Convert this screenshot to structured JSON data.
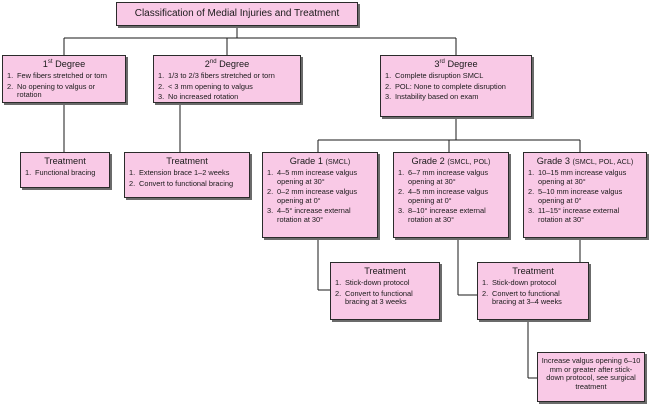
{
  "title": "Classification of Medial Injuries and Treatment",
  "first_degree": {
    "label": "1",
    "sup": "st",
    "word": "Degree",
    "items": [
      "Few fibers stretched or torn",
      "No opening to valgus or rotation"
    ]
  },
  "second_degree": {
    "label": "2",
    "sup": "nd",
    "word": "Degree",
    "items": [
      "1/3 to 2/3 fibers stretched or torn",
      "< 3 mm opening to valgus",
      "No increased rotation"
    ]
  },
  "third_degree": {
    "label": "3",
    "sup": "rd",
    "word": "Degree",
    "items": [
      "Complete disruption SMCL",
      "POL: None to complete disruption",
      "Instability based on exam"
    ]
  },
  "treatment_1": {
    "title": "Treatment",
    "items": [
      "Functional bracing"
    ]
  },
  "treatment_2": {
    "title": "Treatment",
    "items": [
      "Extension brace 1–2 weeks",
      "Convert to functional bracing"
    ]
  },
  "grade_1": {
    "name": "Grade 1",
    "qualifier": "(SMCL)",
    "items": [
      "4–5 mm increase valgus opening at 30°",
      "0–2 mm increase valgus opening at 0°",
      "4–5° increase external rotation at 30°"
    ]
  },
  "grade_2": {
    "name": "Grade 2",
    "qualifier": "(SMCL, POL)",
    "items": [
      "6–7 mm increase valgus opening at 30°",
      "4–5 mm increase valgus opening at 0°",
      "8–10° increase external rotation at 30°"
    ]
  },
  "grade_3": {
    "name": "Grade 3",
    "qualifier": "(SMCL, POL, ACL)",
    "items": [
      "10–15 mm increase valgus opening at 30°",
      "5–10 mm increase valgus opening at 0°",
      "11–15° increase external rotation at 30°"
    ]
  },
  "treatment_g1": {
    "title": "Treatment",
    "items": [
      "Stick-down protocol",
      "Convert to functional bracing at 3 weeks"
    ]
  },
  "treatment_g23": {
    "title": "Treatment",
    "items": [
      "Stick-down protocol",
      "Convert to functional bracing at 3–4 weeks"
    ]
  },
  "surgical_note": "Increase valgus opening 6–10 mm or greater after stick-down protocol, see surgical treatment",
  "colors": {
    "box_fill": "#f9c9e6",
    "border": "#2b2b2b",
    "shadow": "#6b6b6b"
  }
}
